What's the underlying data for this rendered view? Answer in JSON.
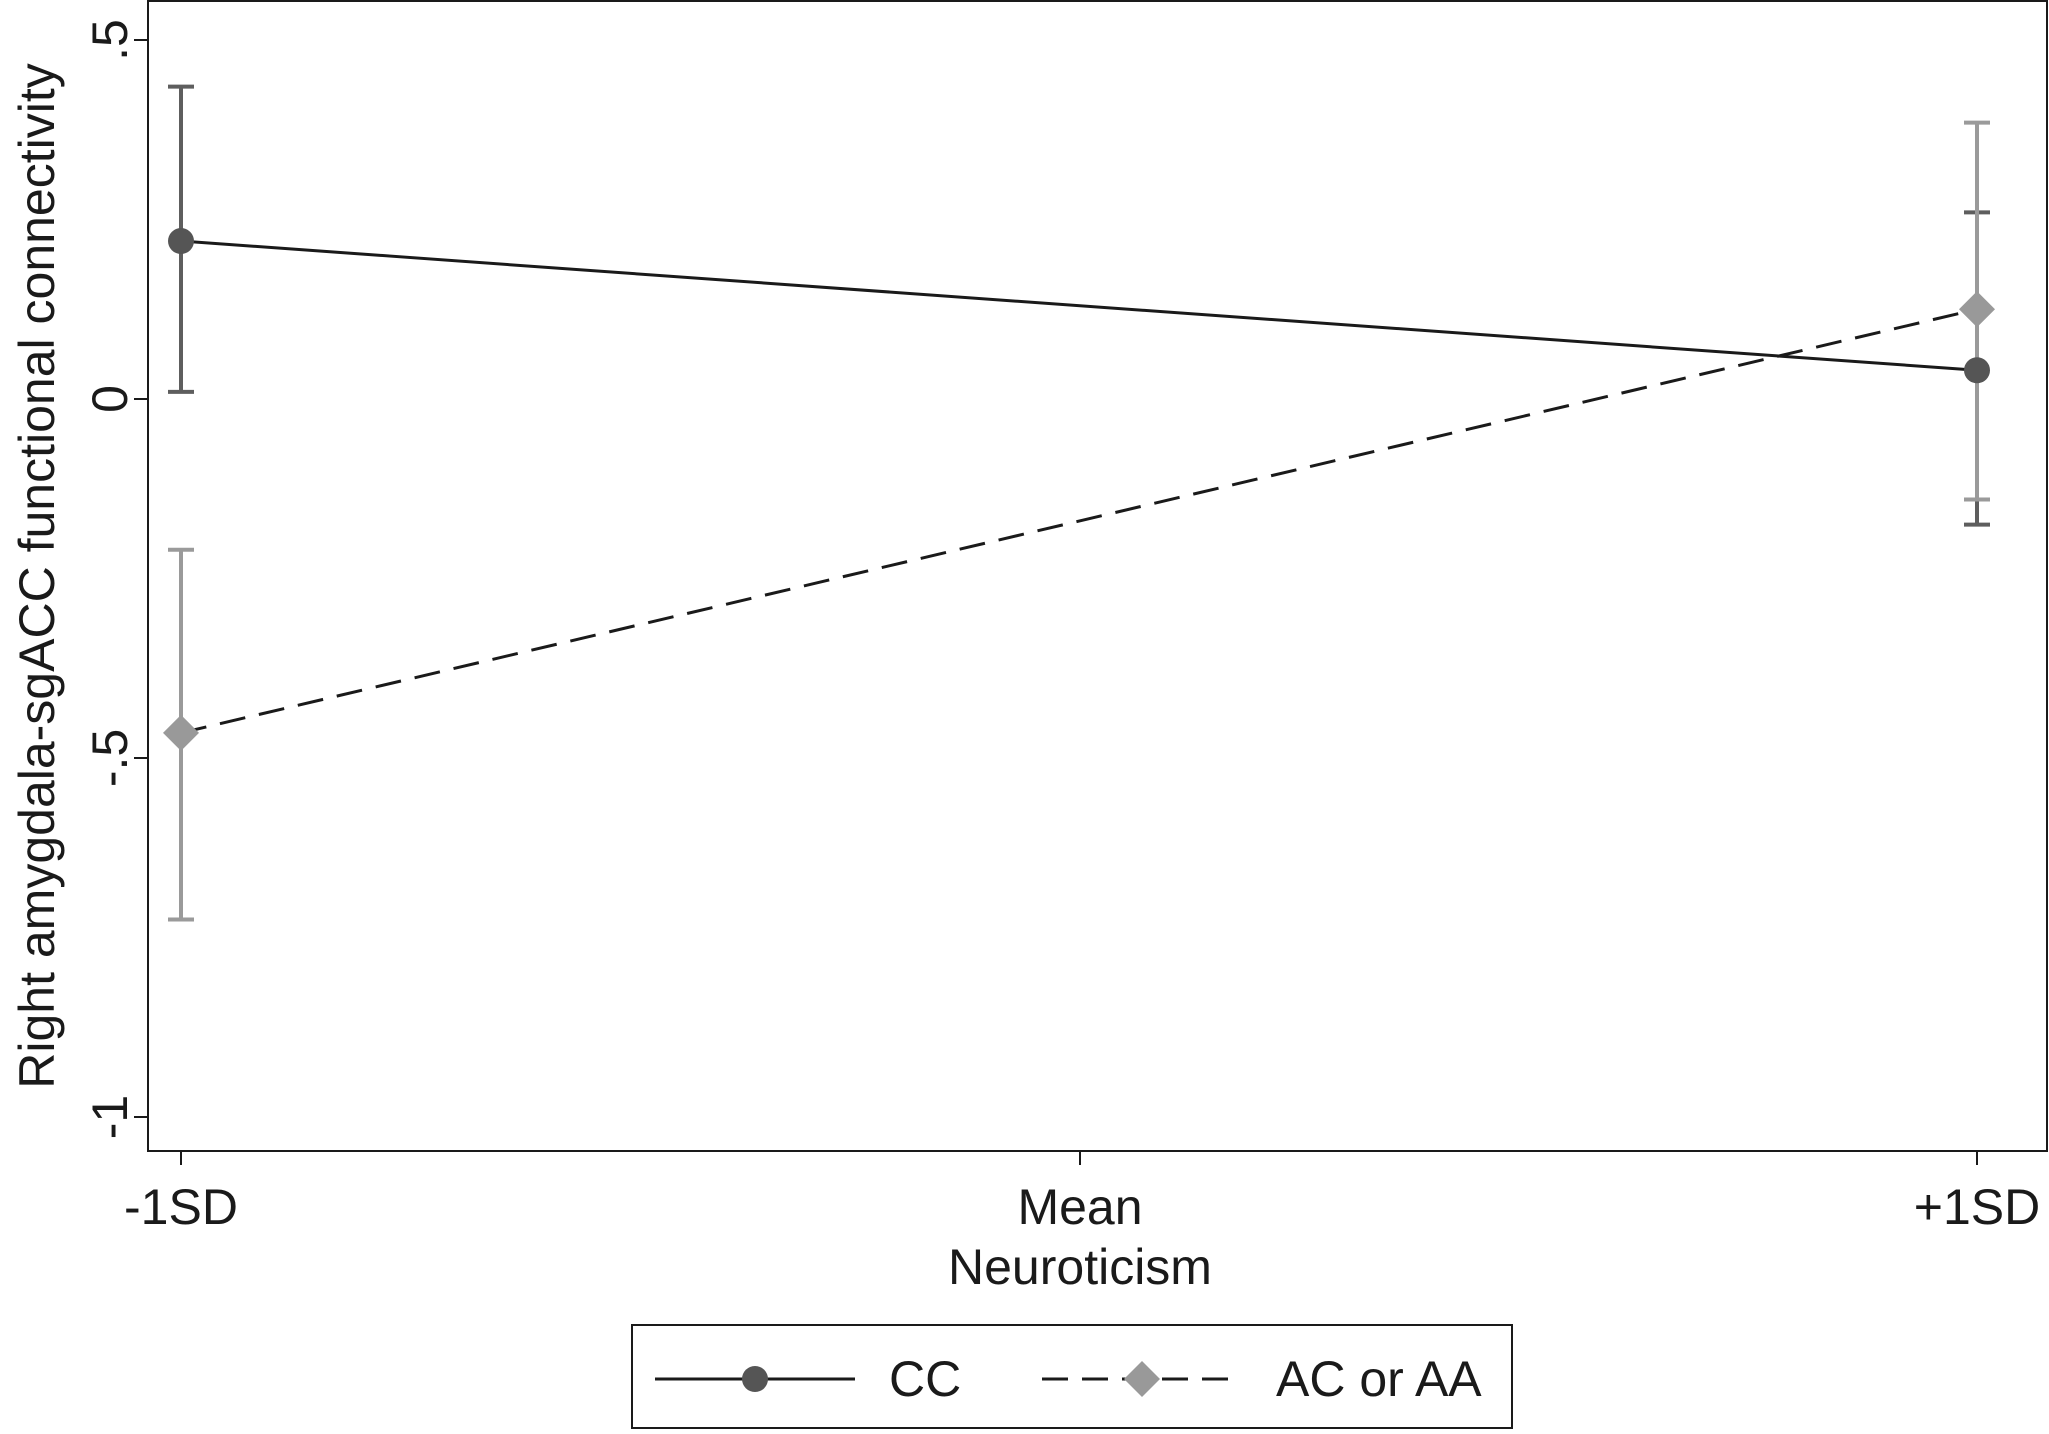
{
  "chart_data": {
    "type": "line",
    "title": "",
    "xlabel": "Neuroticism",
    "ylabel": "Right amygdala-sgACC functional connectivity",
    "x_categories": [
      "-1SD",
      "Mean",
      "+1SD"
    ],
    "ylim": [
      -1.05,
      0.5
    ],
    "y_ticks": [
      0.5,
      0,
      -0.5,
      -1
    ],
    "y_tick_labels": [
      ".5",
      "0",
      "-.5",
      "-1"
    ],
    "grid": false,
    "legend_position": "bottom",
    "series": [
      {
        "name": "CC",
        "marker": "circle",
        "line_style": "solid",
        "line_color": "#1a1a1a",
        "marker_color": "#555555",
        "error_color": "#5e5e5e",
        "points": [
          {
            "x": "-1SD",
            "y": 0.22,
            "ci_low": 0.01,
            "ci_high": 0.435
          },
          {
            "x": "+1SD",
            "y": 0.04,
            "ci_low": -0.175,
            "ci_high": 0.26
          }
        ]
      },
      {
        "name": "AC or AA",
        "marker": "diamond",
        "line_style": "dashed",
        "line_color": "#1a1a1a",
        "marker_color": "#999999",
        "error_color": "#9a9a9a",
        "points": [
          {
            "x": "-1SD",
            "y": -0.465,
            "ci_low": -0.725,
            "ci_high": -0.21
          },
          {
            "x": "+1SD",
            "y": 0.125,
            "ci_low": -0.14,
            "ci_high": 0.385
          }
        ]
      }
    ]
  }
}
